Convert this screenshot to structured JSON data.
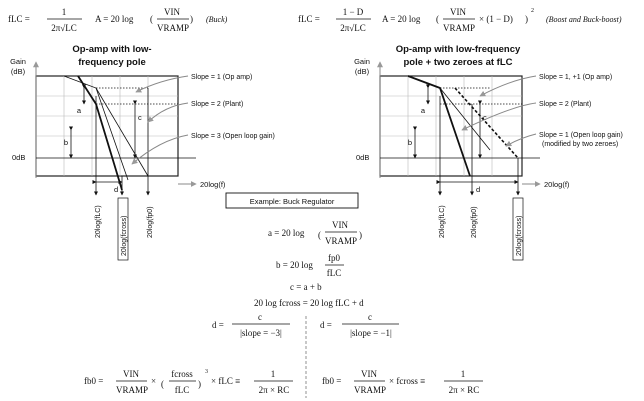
{
  "formulas_top": {
    "flc_left_lhs": "fLC =",
    "flc_left_num": "1",
    "flc_left_den": "2π√LC",
    "a_left_lhs": "A = 20 log",
    "a_left_num": "VIN",
    "a_left_den": "VRAMP",
    "buck_tag": "(Buck)",
    "flc_right_lhs": "fLC =",
    "flc_right_num": "1 − D",
    "flc_right_den": "2π√LC",
    "a_right_lhs": "A = 20 log",
    "a_right_num": "VIN",
    "a_right_den": "VRAMP",
    "a_right_tail": "× (1 − D)",
    "a_right_exp": "2",
    "boost_tag": "(Boost and Buck-boost)"
  },
  "left_plot": {
    "title_line1": "Op-amp with low-",
    "title_line2": "frequency pole",
    "y_label_line1": "Gain",
    "y_label_line2": "(dB)",
    "zero_db": "0dB",
    "x_label": "20log(f)",
    "slope1": "Slope = 1 (Op amp)",
    "slope2": "Slope = 2 (Plant)",
    "slope3": "Slope = 3 (Open loop gain)",
    "mark_a": "a",
    "mark_b": "b",
    "mark_c": "c",
    "mark_d": "d",
    "tick1": "20log(fLC)",
    "tick2": "20log(fcross)",
    "tick3": "20log(fp0)"
  },
  "right_plot": {
    "title_line1": "Op-amp with low-frequency",
    "title_line2": "pole + two zeroes at fLC",
    "y_label_line1": "Gain",
    "y_label_line2": "(dB)",
    "zero_db": "0dB",
    "x_label": "20log(f)",
    "slope1": "Slope = 1, +1 (Op amp)",
    "slope2": "Slope = 2 (Plant)",
    "slope3_line1": "Slope = 1 (Open loop gain)",
    "slope3_line2": "(modified by two zeroes)",
    "mark_a": "a",
    "mark_b": "b",
    "mark_c": "c",
    "mark_d": "d",
    "tick1": "20log(fLC)",
    "tick2": "20log(fp0)",
    "tick3": "20log(fcross)"
  },
  "example": {
    "box_label": "Example: Buck Regulator",
    "eq_a_lhs": "a = 20 log",
    "eq_a_num": "VIN",
    "eq_a_den": "VRAMP",
    "eq_b_lhs": "b = 20 log",
    "eq_b_num": "fp0",
    "eq_b_den": "fLC",
    "eq_c": "c = a + b",
    "eq_fcross": "20 log fcross = 20 log fLC + d",
    "eq_d_left_lhs": "d =",
    "eq_d_left_num": "c",
    "eq_d_left_den": "|slope = −3|",
    "eq_d_right_lhs": "d =",
    "eq_d_right_num": "c",
    "eq_d_right_den": "|slope = −1|",
    "fb_left_lhs": "fb0 =",
    "fb_left_num1": "VIN",
    "fb_left_den1": "VRAMP",
    "fb_left_mid": "×",
    "fb_left_num2": "fcross",
    "fb_left_den2": "fLC",
    "fb_left_exp": "3",
    "fb_left_tail": "× fLC ≡",
    "fb_left_num3": "1",
    "fb_left_den3": "2π × RC",
    "fb_right_lhs": "fb0 =",
    "fb_right_num1": "VIN",
    "fb_right_den1": "VRAMP",
    "fb_right_tail": "× fcross ≡",
    "fb_right_num2": "1",
    "fb_right_den2": "2π × RC"
  }
}
